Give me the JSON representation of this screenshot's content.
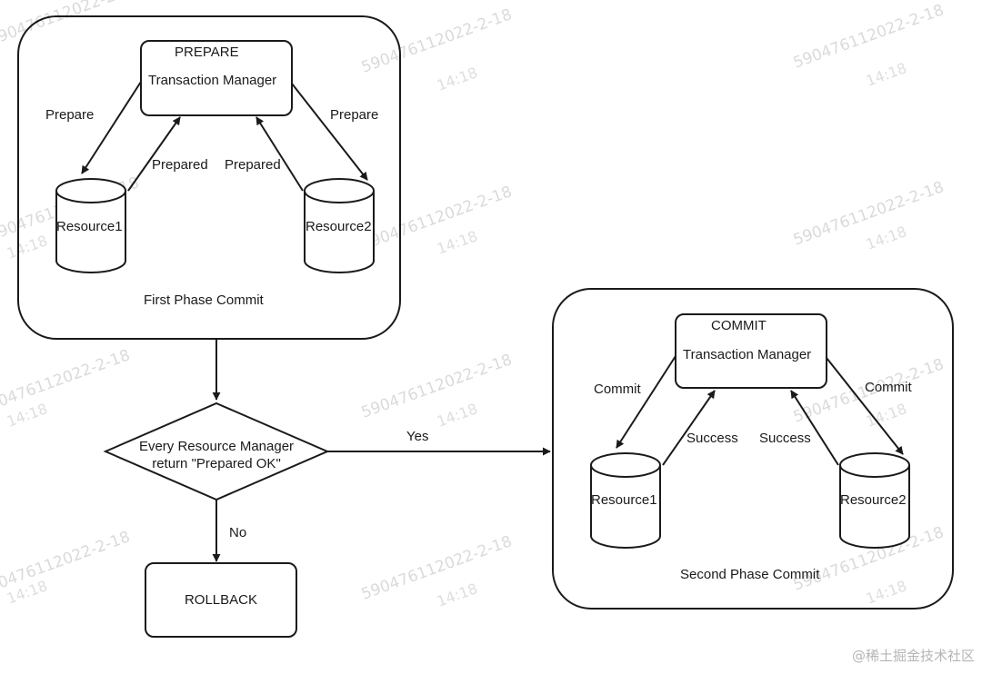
{
  "first_phase": {
    "stage_label": "PREPARE",
    "manager_label": "Transaction Manager",
    "resource_a": "Resource1",
    "resource_b": "Resource2",
    "request_left": "Prepare",
    "request_right": "Prepare",
    "reply_left": "Prepared",
    "reply_right": "Prepared",
    "caption": "First Phase Commit"
  },
  "second_phase": {
    "stage_label": "COMMIT",
    "manager_label": "Transaction Manager",
    "resource_a": "Resource1",
    "resource_b": "Resource2",
    "request_left": "Commit",
    "request_right": "Commit",
    "reply_left": "Success",
    "reply_right": "Success",
    "caption": "Second Phase Commit"
  },
  "decision": {
    "line1": "Every Resource Manager",
    "line2": "return \"Prepared OK\"",
    "yes_label": "Yes",
    "no_label": "No"
  },
  "rollback": {
    "label": "ROLLBACK"
  },
  "watermark": {
    "id_line": "590476112022-2-18",
    "time_line": "14:18"
  },
  "credit": "@稀土掘金技术社区",
  "colors": {
    "stroke": "#1a1a1a",
    "background": "#ffffff",
    "watermark": "#bcbcbc"
  }
}
